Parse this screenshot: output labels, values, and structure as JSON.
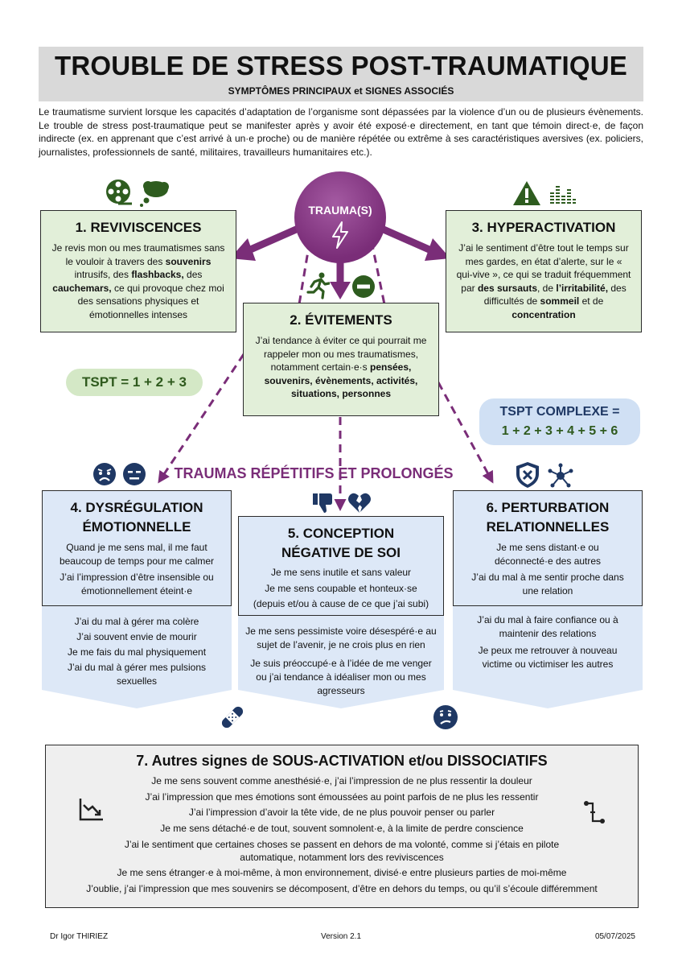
{
  "header": {
    "title": "TROUBLE DE STRESS POST-TRAUMATIQUE",
    "subtitle": "SYMPTÔMES PRINCIPAUX et SIGNES ASSOCIÉS"
  },
  "intro": "Le traumatisme survient lorsque les capacités d’adaptation de l’organisme sont dépassées par la violence d’un ou de plusieurs évènements. Le trouble de stress post-traumatique peut se manifester après y avoir été exposé·e directement, en tant que témoin direct·e, de façon indirecte (ex. en apprenant que c’est arrivé à un·e proche) ou de manière répétée ou extrême à ses caractéristiques aversives (ex. policiers, journalistes, professionnels de santé, militaires, travailleurs humanitaires etc.).",
  "trauma": {
    "label": "TRAUMA(S)"
  },
  "box1": {
    "title": "1. REVIVISCENCES",
    "t1": "Je revis mon ou mes traumatismes sans le vouloir à travers des ",
    "b1": "souvenirs",
    "t2": " intrusifs, des ",
    "b2": "flashbacks,",
    "t3": " des ",
    "b3": "cauchemars, ",
    "t4": "ce qui provoque chez moi des sensations physiques et émotionnelles intenses"
  },
  "box2": {
    "title": "2. ÉVITEMENTS",
    "t1": "J’ai tendance à éviter ce qui pourrait me rappeler mon ou mes traumatismes, notamment certain·e·s ",
    "b1": "pensées, souvenirs, évènements, activités, situations, personnes"
  },
  "box3": {
    "title": "3. HYPERACTIVATION",
    "t1": "J’ai le sentiment d’être tout le temps sur mes gardes, en état d’alerte, sur le « qui-vive », ce qui se traduit fréquemment par ",
    "b1": "des sursauts",
    "t2": ", de ",
    "b2": "l’irritabilité,",
    "t3": " des difficultés de ",
    "b3": "sommeil",
    "t4": " et de ",
    "b4": "concentration"
  },
  "tspt": "TSPT = 1 + 2 + 3",
  "tspt_complexe": {
    "label": "TSPT COMPLEXE =",
    "formula": "1 + 2 + 3 + 4 + 5 + 6"
  },
  "repetitifs": "TRAUMAS RÉPÉTITIFS ET PROLONGÉS",
  "box4": {
    "title_l1": "4. DYSRÉGULATION",
    "title_l2": "ÉMOTIONNELLE",
    "items": [
      "Quand je me sens mal, il me faut beaucoup de temps pour me calmer",
      "J’ai l’impression d’être insensible ou émotionnellement éteint·e"
    ],
    "extra": [
      "J’ai du mal à gérer ma colère",
      "J’ai souvent envie de mourir",
      "Je me fais du mal physiquement",
      "J’ai du mal à gérer mes pulsions sexuelles"
    ]
  },
  "box5": {
    "title_l1": "5. CONCEPTION",
    "title_l2": "NÉGATIVE DE SOI",
    "items": [
      "Je me sens inutile et sans valeur",
      "Je me sens coupable et honteux·se",
      "(depuis et/ou à cause de ce que j’ai subi)"
    ],
    "extra": [
      "Je me sens pessimiste voire désespéré·e au sujet de l’avenir, je ne crois plus en rien",
      "Je suis préoccupé·e à l’idée de me venger ou j’ai tendance à idéaliser mon ou mes agresseurs"
    ]
  },
  "box6": {
    "title_l1": "6. PERTURBATION",
    "title_l2": "RELATIONNELLES",
    "items": [
      "Je me sens distant·e ou déconnecté·e des autres",
      "J’ai du mal à me sentir proche dans une relation"
    ],
    "extra": [
      "J’ai du mal à faire confiance ou à maintenir des relations",
      "Je peux me retrouver à nouveau victime ou victimiser les autres"
    ]
  },
  "box7": {
    "title": "7. Autres signes de SOUS-ACTIVATION et/ou DISSOCIATIFS",
    "items": [
      "Je me sens souvent comme anesthésié·e, j’ai l’impression de ne plus ressentir la douleur",
      "J’ai l’impression que mes émotions sont émoussées au point parfois de ne plus les ressentir",
      "J’ai l’impression d’avoir la tête vide, de ne plus pouvoir penser ou parler",
      "Je me sens détaché·e de tout, souvent somnolent·e, à la limite de perdre conscience",
      "J’ai le sentiment que certaines choses se passent en dehors de ma volonté, comme si j’étais en pilote automatique, notamment lors des reviviscences",
      "Je me sens étranger·e à moi-même, à mon environnement, divisé·e entre plusieurs parties de moi-même",
      "J’oublie, j’ai l’impression que mes souvenirs se décomposent, d’être en dehors du temps, ou qu’il s’écoule différemment"
    ]
  },
  "footer": {
    "author": "Dr Igor THIRIEZ",
    "version": "Version 2.1",
    "date": "05/07/2025"
  },
  "colors": {
    "purple": "#7a2d78",
    "green_dark": "#2f5a1e",
    "green_box": "#e2efd9",
    "blue_box": "#dde8f7",
    "header_grey": "#d9d9d9"
  },
  "icons": [
    "film-reel-icon",
    "thought-bubble-icon",
    "warning-icon",
    "equalizer-icon",
    "lightning-icon",
    "running-person-icon",
    "no-entry-icon",
    "sad-face-icon",
    "neutral-face-icon",
    "thumbs-down-icon",
    "broken-heart-icon",
    "shield-x-icon",
    "network-icon",
    "bandage-icon",
    "worried-face-icon",
    "declining-chart-icon",
    "stepping-icon"
  ]
}
